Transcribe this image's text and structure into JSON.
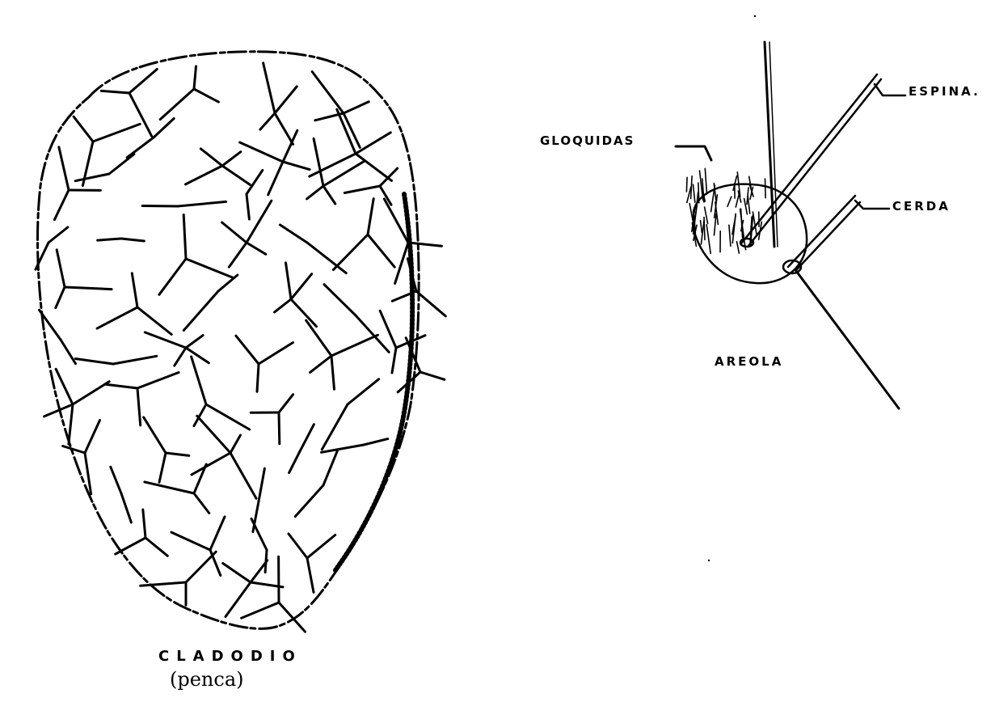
{
  "labels": {
    "cladodio": "CLADODIO",
    "penca": "(penca)",
    "gloquidas": "GLOQUIDAS",
    "espina": "ESPINA.",
    "cerda": "CERDA",
    "areola": "AREOLA"
  },
  "colors": {
    "ink": "#000000",
    "paper": "#ffffff"
  }
}
